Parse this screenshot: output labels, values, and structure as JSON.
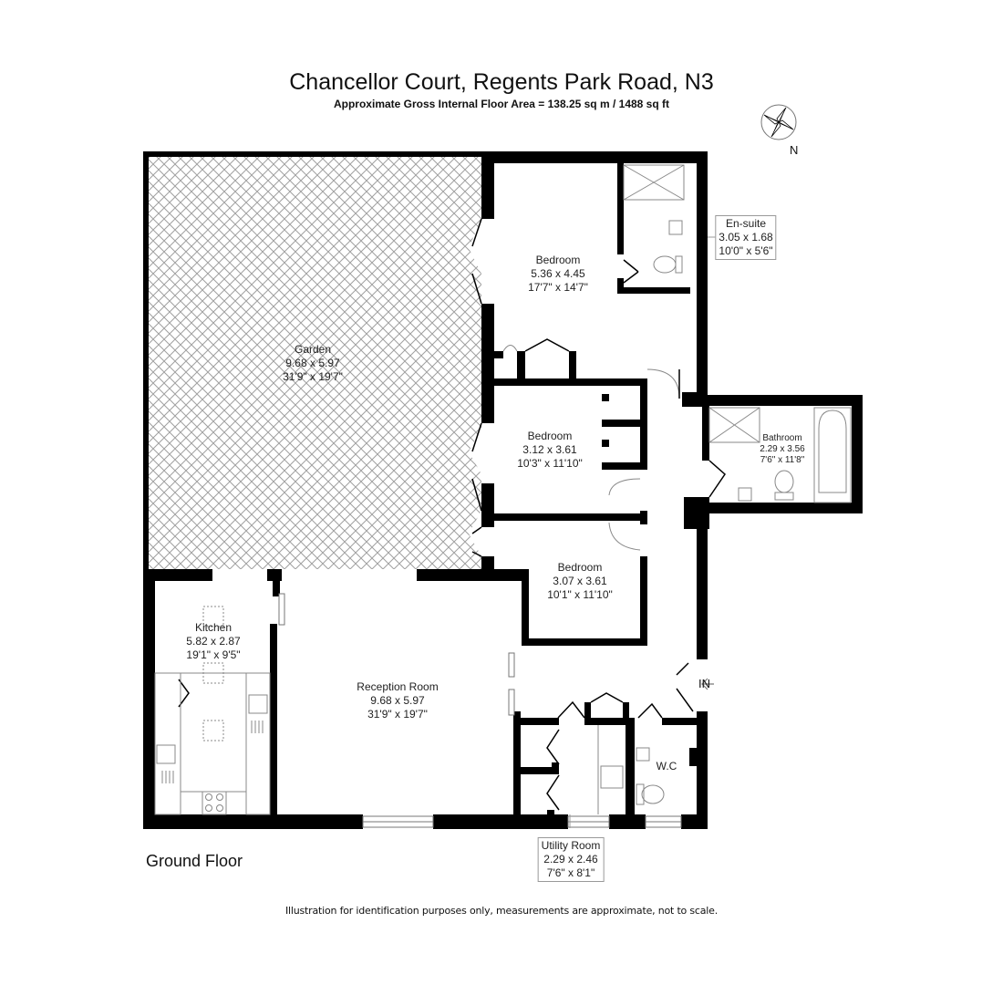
{
  "header": {
    "title": "Chancellor Court, Regents Park Road, N3",
    "subtitle": "Approximate Gross Internal Floor Area = 138.25 sq m / 1488 sq ft"
  },
  "compass": {
    "icon": "north-arrow-icon",
    "label": "N"
  },
  "floor": {
    "name": "Ground Floor"
  },
  "entrance": {
    "label": "IN",
    "icon": "entry-arrow-icon"
  },
  "rooms": {
    "garden": {
      "name": "Garden",
      "metric": "9.68 x 5.97",
      "imperial": "31'9\" x 19'7\""
    },
    "bedroom1": {
      "name": "Bedroom",
      "metric": "5.36 x 4.45",
      "imperial": "17'7\" x 14'7\""
    },
    "ensuite": {
      "name": "En-suite",
      "metric": "3.05 x 1.68",
      "imperial": "10'0\" x 5'6\""
    },
    "bedroom2": {
      "name": "Bedroom",
      "metric": "3.12 x 3.61",
      "imperial": "10'3\" x 11'10\""
    },
    "bedroom3": {
      "name": "Bedroom",
      "metric": "3.07 x 3.61",
      "imperial": "10'1\" x 11'10\""
    },
    "bathroom": {
      "name": "Bathroom",
      "metric": "2.29 x 3.56",
      "imperial": "7'6\" x 11'8\""
    },
    "kitchen": {
      "name": "Kitchen",
      "metric": "5.82 x 2.87",
      "imperial": "19'1\" x 9'5\""
    },
    "reception": {
      "name": "Reception Room",
      "metric": "9.68 x 5.97",
      "imperial": "31'9\" x 19'7\""
    },
    "utility": {
      "name": "Utility Room",
      "metric": "2.29 x 2.46",
      "imperial": "7'6\" x 8'1\""
    },
    "wc": {
      "name": "W.C"
    }
  },
  "footer": {
    "disclaimer": "Illustration for identification purposes only, measurements are approximate, not to scale."
  },
  "colors": {
    "wall": "#000000",
    "hatch": "#9a9a9a",
    "fixture": "#888888",
    "background": "#ffffff"
  }
}
